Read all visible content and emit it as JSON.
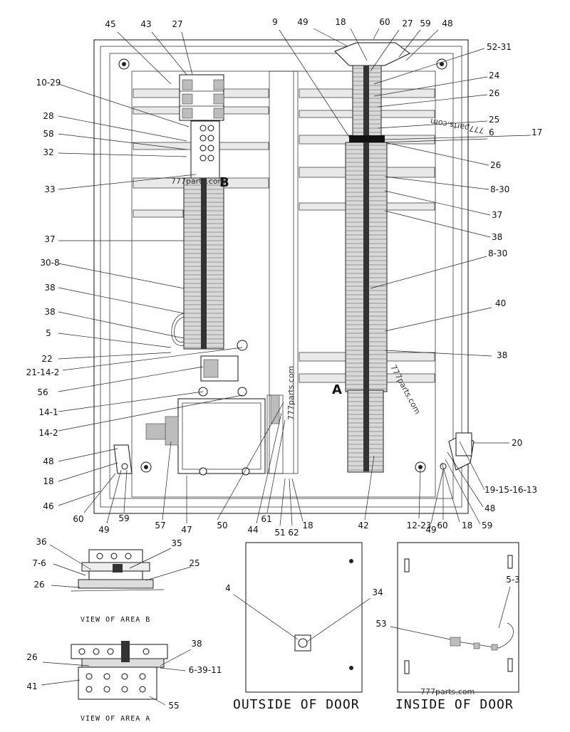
{
  "panel": {
    "letter_a": "A",
    "letter_b": "B"
  },
  "callouts": [
    {
      "text": "45"
    },
    {
      "text": "43"
    },
    {
      "text": "27"
    },
    {
      "text": "9"
    },
    {
      "text": "49"
    },
    {
      "text": "18"
    },
    {
      "text": "60"
    },
    {
      "text": "27"
    },
    {
      "text": "59"
    },
    {
      "text": "48"
    },
    {
      "text": "52-31"
    },
    {
      "text": "24"
    },
    {
      "text": "26"
    },
    {
      "text": "25"
    },
    {
      "text": "17"
    },
    {
      "text": "6"
    },
    {
      "text": "26"
    },
    {
      "text": "8-30"
    },
    {
      "text": "37"
    },
    {
      "text": "38"
    },
    {
      "text": "8-30"
    },
    {
      "text": "40"
    },
    {
      "text": "38"
    },
    {
      "text": "20"
    },
    {
      "text": "19-15-16-13"
    },
    {
      "text": "48"
    },
    {
      "text": "59"
    },
    {
      "text": "18"
    },
    {
      "text": "60"
    },
    {
      "text": "49"
    },
    {
      "text": "12-23"
    },
    {
      "text": "42"
    },
    {
      "text": "18"
    },
    {
      "text": "62"
    },
    {
      "text": "51"
    },
    {
      "text": "61"
    },
    {
      "text": "44"
    },
    {
      "text": "50"
    },
    {
      "text": "47"
    },
    {
      "text": "57"
    },
    {
      "text": "59"
    },
    {
      "text": "49"
    },
    {
      "text": "60"
    },
    {
      "text": "46"
    },
    {
      "text": "18"
    },
    {
      "text": "48"
    },
    {
      "text": "14-2"
    },
    {
      "text": "14-1"
    },
    {
      "text": "56"
    },
    {
      "text": "21-14-2"
    },
    {
      "text": "22"
    },
    {
      "text": "5"
    },
    {
      "text": "38"
    },
    {
      "text": "38"
    },
    {
      "text": "30-8"
    },
    {
      "text": "37"
    },
    {
      "text": "33"
    },
    {
      "text": "32"
    },
    {
      "text": "58"
    },
    {
      "text": "28"
    },
    {
      "text": "10-29"
    },
    {
      "text": "36"
    },
    {
      "text": "35"
    },
    {
      "text": "7-6"
    },
    {
      "text": "25"
    },
    {
      "text": "26"
    },
    {
      "text": "38"
    },
    {
      "text": "26"
    },
    {
      "text": "6-39-11"
    },
    {
      "text": "41"
    },
    {
      "text": "55"
    },
    {
      "text": "4"
    },
    {
      "text": "34"
    },
    {
      "text": "5-3"
    },
    {
      "text": "53"
    }
  ],
  "captions": {
    "area_b": "VIEW OF AREA B",
    "area_a": "VIEW OF AREA A",
    "outside_door": "OUTSIDE OF DOOR",
    "inside_door": "INSIDE OF DOOR"
  },
  "watermarks": [
    "777parts.com",
    "777parts.com",
    "777parts.com",
    "777parts.com",
    "777parts.com"
  ]
}
